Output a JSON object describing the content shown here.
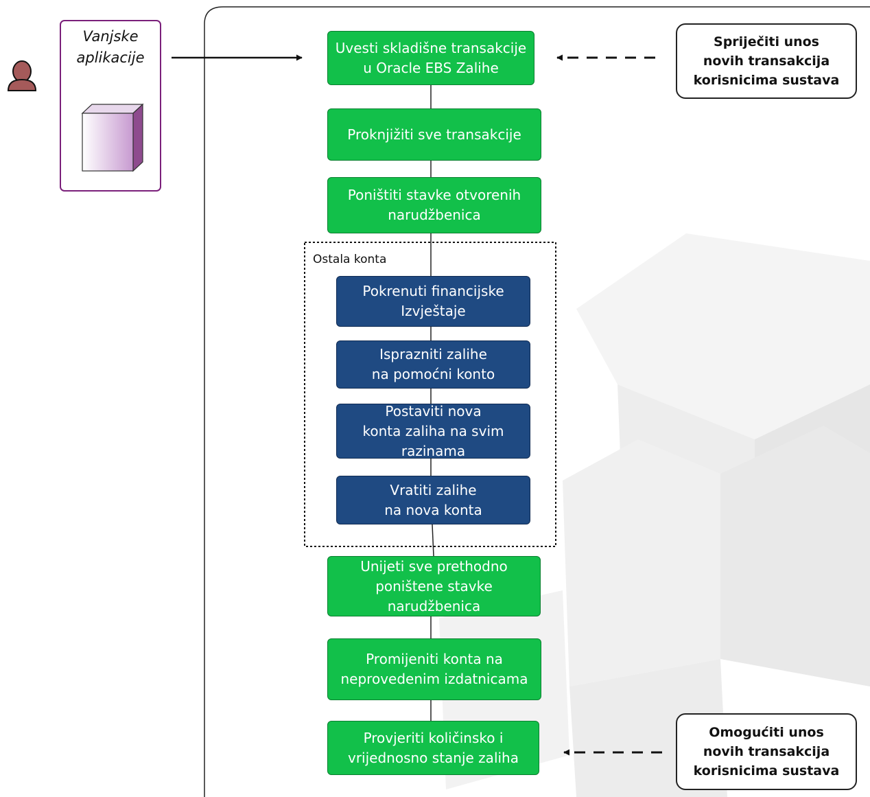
{
  "external": {
    "label": "Vanjske\naplikacije",
    "icons": [
      "user-icon",
      "cube-icon"
    ]
  },
  "notes": {
    "prevent": "Spriječiti unos\nnovih transakcija\nkorisnicima sustava",
    "enable": "Omogućiti unos\nnovih transakcija\nkorisnicima sustava"
  },
  "group_label": "Ostala konta",
  "steps": [
    {
      "id": "import",
      "label": "Uvesti skladišne transakcije\nu Oracle EBS Zalihe",
      "color": "#12c04a"
    },
    {
      "id": "post",
      "label": "Proknjižiti sve transakcije",
      "color": "#12c04a"
    },
    {
      "id": "cancel-po",
      "label": "Poništiti stavke otvorenih\nnarudžbenica",
      "color": "#12c04a"
    },
    {
      "id": "fin-reports",
      "label": "Pokrenuti financijske\nIzvještaje",
      "color": "#1f4a82"
    },
    {
      "id": "empty-stock",
      "label": "Isprazniti zalihe\nna pomoćni konto",
      "color": "#1f4a82"
    },
    {
      "id": "new-accounts",
      "label": "Postaviti nova\nkonta zaliha na svim\nrazinama",
      "color": "#1f4a82"
    },
    {
      "id": "return-stock",
      "label": "Vratiti zalihe\nna nova konta",
      "color": "#1f4a82"
    },
    {
      "id": "reenter-po",
      "label": "Unijeti sve prethodno\nponištene  stavke\nnarudžbenica",
      "color": "#12c04a"
    },
    {
      "id": "change-accounts",
      "label": "Promijeniti konta na\nneprovedenim izdatnicama",
      "color": "#12c04a"
    },
    {
      "id": "verify",
      "label": "Provjeriti količinsko i\nvrijednosno stanje zaliha",
      "color": "#12c04a"
    }
  ]
}
